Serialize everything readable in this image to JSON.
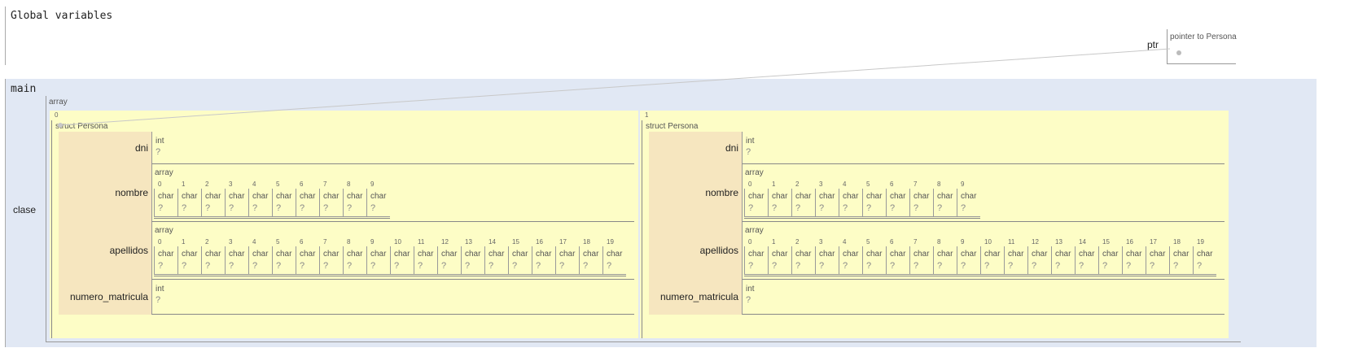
{
  "globals": {
    "title": "Global variables",
    "ptr": {
      "name": "ptr",
      "type": "pointer to Persona"
    }
  },
  "main": {
    "title": "main",
    "var": {
      "name": "clase",
      "type": "array",
      "elements": [
        {
          "index": "0",
          "type": "struct Persona",
          "fields": [
            {
              "name": "dni",
              "kind": "int",
              "type": "int",
              "value": "?"
            },
            {
              "name": "nombre",
              "kind": "array",
              "type": "array",
              "elem_type": "char",
              "elem_value": "?",
              "indices": [
                "0",
                "1",
                "2",
                "3",
                "4",
                "5",
                "6",
                "7",
                "8",
                "9"
              ]
            },
            {
              "name": "apellidos",
              "kind": "array",
              "type": "array",
              "elem_type": "char",
              "elem_value": "?",
              "indices": [
                "0",
                "1",
                "2",
                "3",
                "4",
                "5",
                "6",
                "7",
                "8",
                "9",
                "10",
                "11",
                "12",
                "13",
                "14",
                "15",
                "16",
                "17",
                "18",
                "19"
              ]
            },
            {
              "name": "numero_matricula",
              "kind": "int",
              "type": "int",
              "value": "?"
            }
          ]
        },
        {
          "index": "1",
          "type": "struct Persona",
          "fields": [
            {
              "name": "dni",
              "kind": "int",
              "type": "int",
              "value": "?"
            },
            {
              "name": "nombre",
              "kind": "array",
              "type": "array",
              "elem_type": "char",
              "elem_value": "?",
              "indices": [
                "0",
                "1",
                "2",
                "3",
                "4",
                "5",
                "6",
                "7",
                "8",
                "9"
              ]
            },
            {
              "name": "apellidos",
              "kind": "array",
              "type": "array",
              "elem_type": "char",
              "elem_value": "?",
              "indices": [
                "0",
                "1",
                "2",
                "3",
                "4",
                "5",
                "6",
                "7",
                "8",
                "9",
                "10",
                "11",
                "12",
                "13",
                "14",
                "15",
                "16",
                "17",
                "18",
                "19"
              ]
            },
            {
              "name": "numero_matricula",
              "kind": "int",
              "type": "int",
              "value": "?"
            }
          ]
        }
      ]
    }
  },
  "colors": {
    "frame_bg": "#e1e8f4",
    "heap_bg": "#fdfdc6",
    "field_name_bg": "#f6e6bf",
    "pointer_line": "#c8c8c8"
  }
}
